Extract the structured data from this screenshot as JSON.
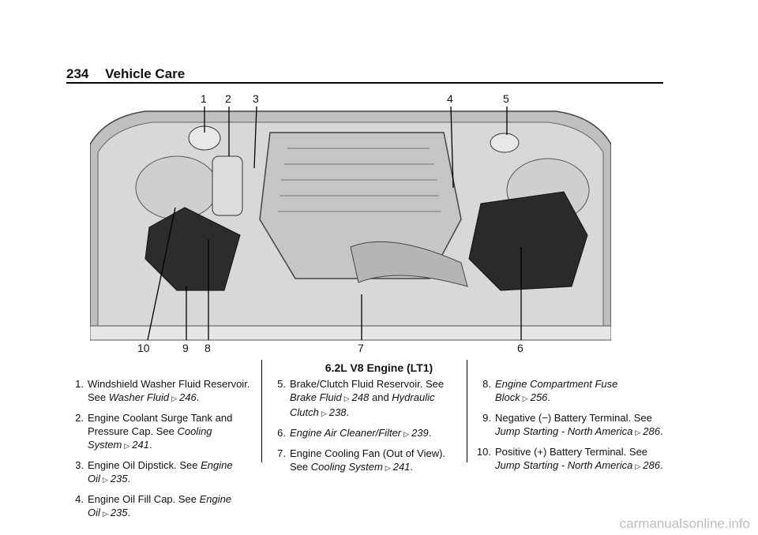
{
  "header": {
    "page_number": "234",
    "section": "Vehicle Care"
  },
  "figure": {
    "callouts": [
      "1",
      "2",
      "3",
      "4",
      "5",
      "6",
      "7",
      "8",
      "9",
      "10"
    ],
    "caption": "6.2L V8 Engine (LT1)"
  },
  "items": [
    {
      "num": "1.",
      "text": "Windshield Washer Fluid Reservoir. See ",
      "link": "Washer Fluid",
      "ref": "246",
      "tail": "."
    },
    {
      "num": "2.",
      "text": "Engine Coolant Surge Tank and Pressure Cap. See ",
      "link": "Cooling System",
      "ref": "241",
      "tail": "."
    },
    {
      "num": "3.",
      "text": "Engine Oil Dipstick. See ",
      "link": "Engine Oil",
      "ref": "235",
      "tail": "."
    },
    {
      "num": "4.",
      "text": "Engine Oil Fill Cap. See ",
      "link": "Engine Oil",
      "ref": "235",
      "tail": "."
    },
    {
      "num": "5.",
      "text": "Brake/Clutch Fluid Reservoir. See ",
      "link": "Brake Fluid",
      "ref": "248",
      "mid": " and ",
      "link2": "Hydraulic Clutch",
      "ref2": "238",
      "tail": "."
    },
    {
      "num": "6.",
      "text": "",
      "link": "Engine Air Cleaner/Filter",
      "ref": "239",
      "tail": "."
    },
    {
      "num": "7.",
      "text": "Engine Cooling Fan (Out of View). See ",
      "link": "Cooling System",
      "ref": "241",
      "tail": "."
    },
    {
      "num": "8.",
      "text": "",
      "link": "Engine Compartment Fuse Block",
      "ref": "256",
      "tail": "."
    },
    {
      "num": "9.",
      "text": "Negative (−) Battery Terminal. See ",
      "link": "Jump Starting - North America",
      "ref": "286",
      "tail": "."
    },
    {
      "num": "10.",
      "text": "Positive (+) Battery Terminal. See ",
      "link": "Jump Starting - North America",
      "ref": "286",
      "tail": "."
    }
  ],
  "footer": {
    "watermark": "carmanualsonline.info"
  }
}
